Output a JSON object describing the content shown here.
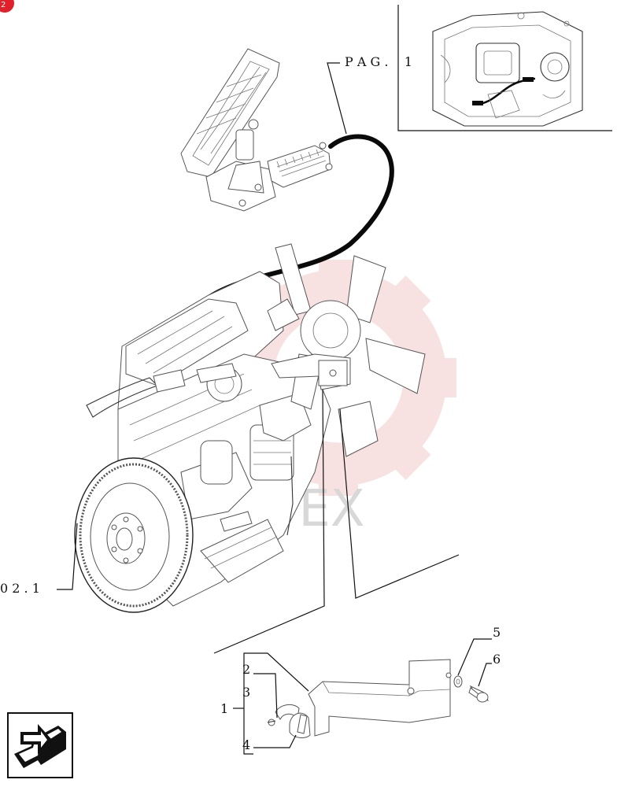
{
  "diagram": {
    "reference_labels": {
      "page_ref": "P A G .    1",
      "section_ref": "0 2 . 1"
    },
    "callouts": [
      "1",
      "2",
      "3",
      "4",
      "5",
      "6"
    ],
    "watermark_text": "MTEX",
    "colors": {
      "line": "#111111",
      "cable": "#0a0a0a",
      "watermark_gear": "#f4c9c9",
      "badge": "#e0202a"
    },
    "icons": [
      "page-turn-arrow-icon",
      "corner-badge-icon",
      "watermark-gear-icon"
    ]
  }
}
